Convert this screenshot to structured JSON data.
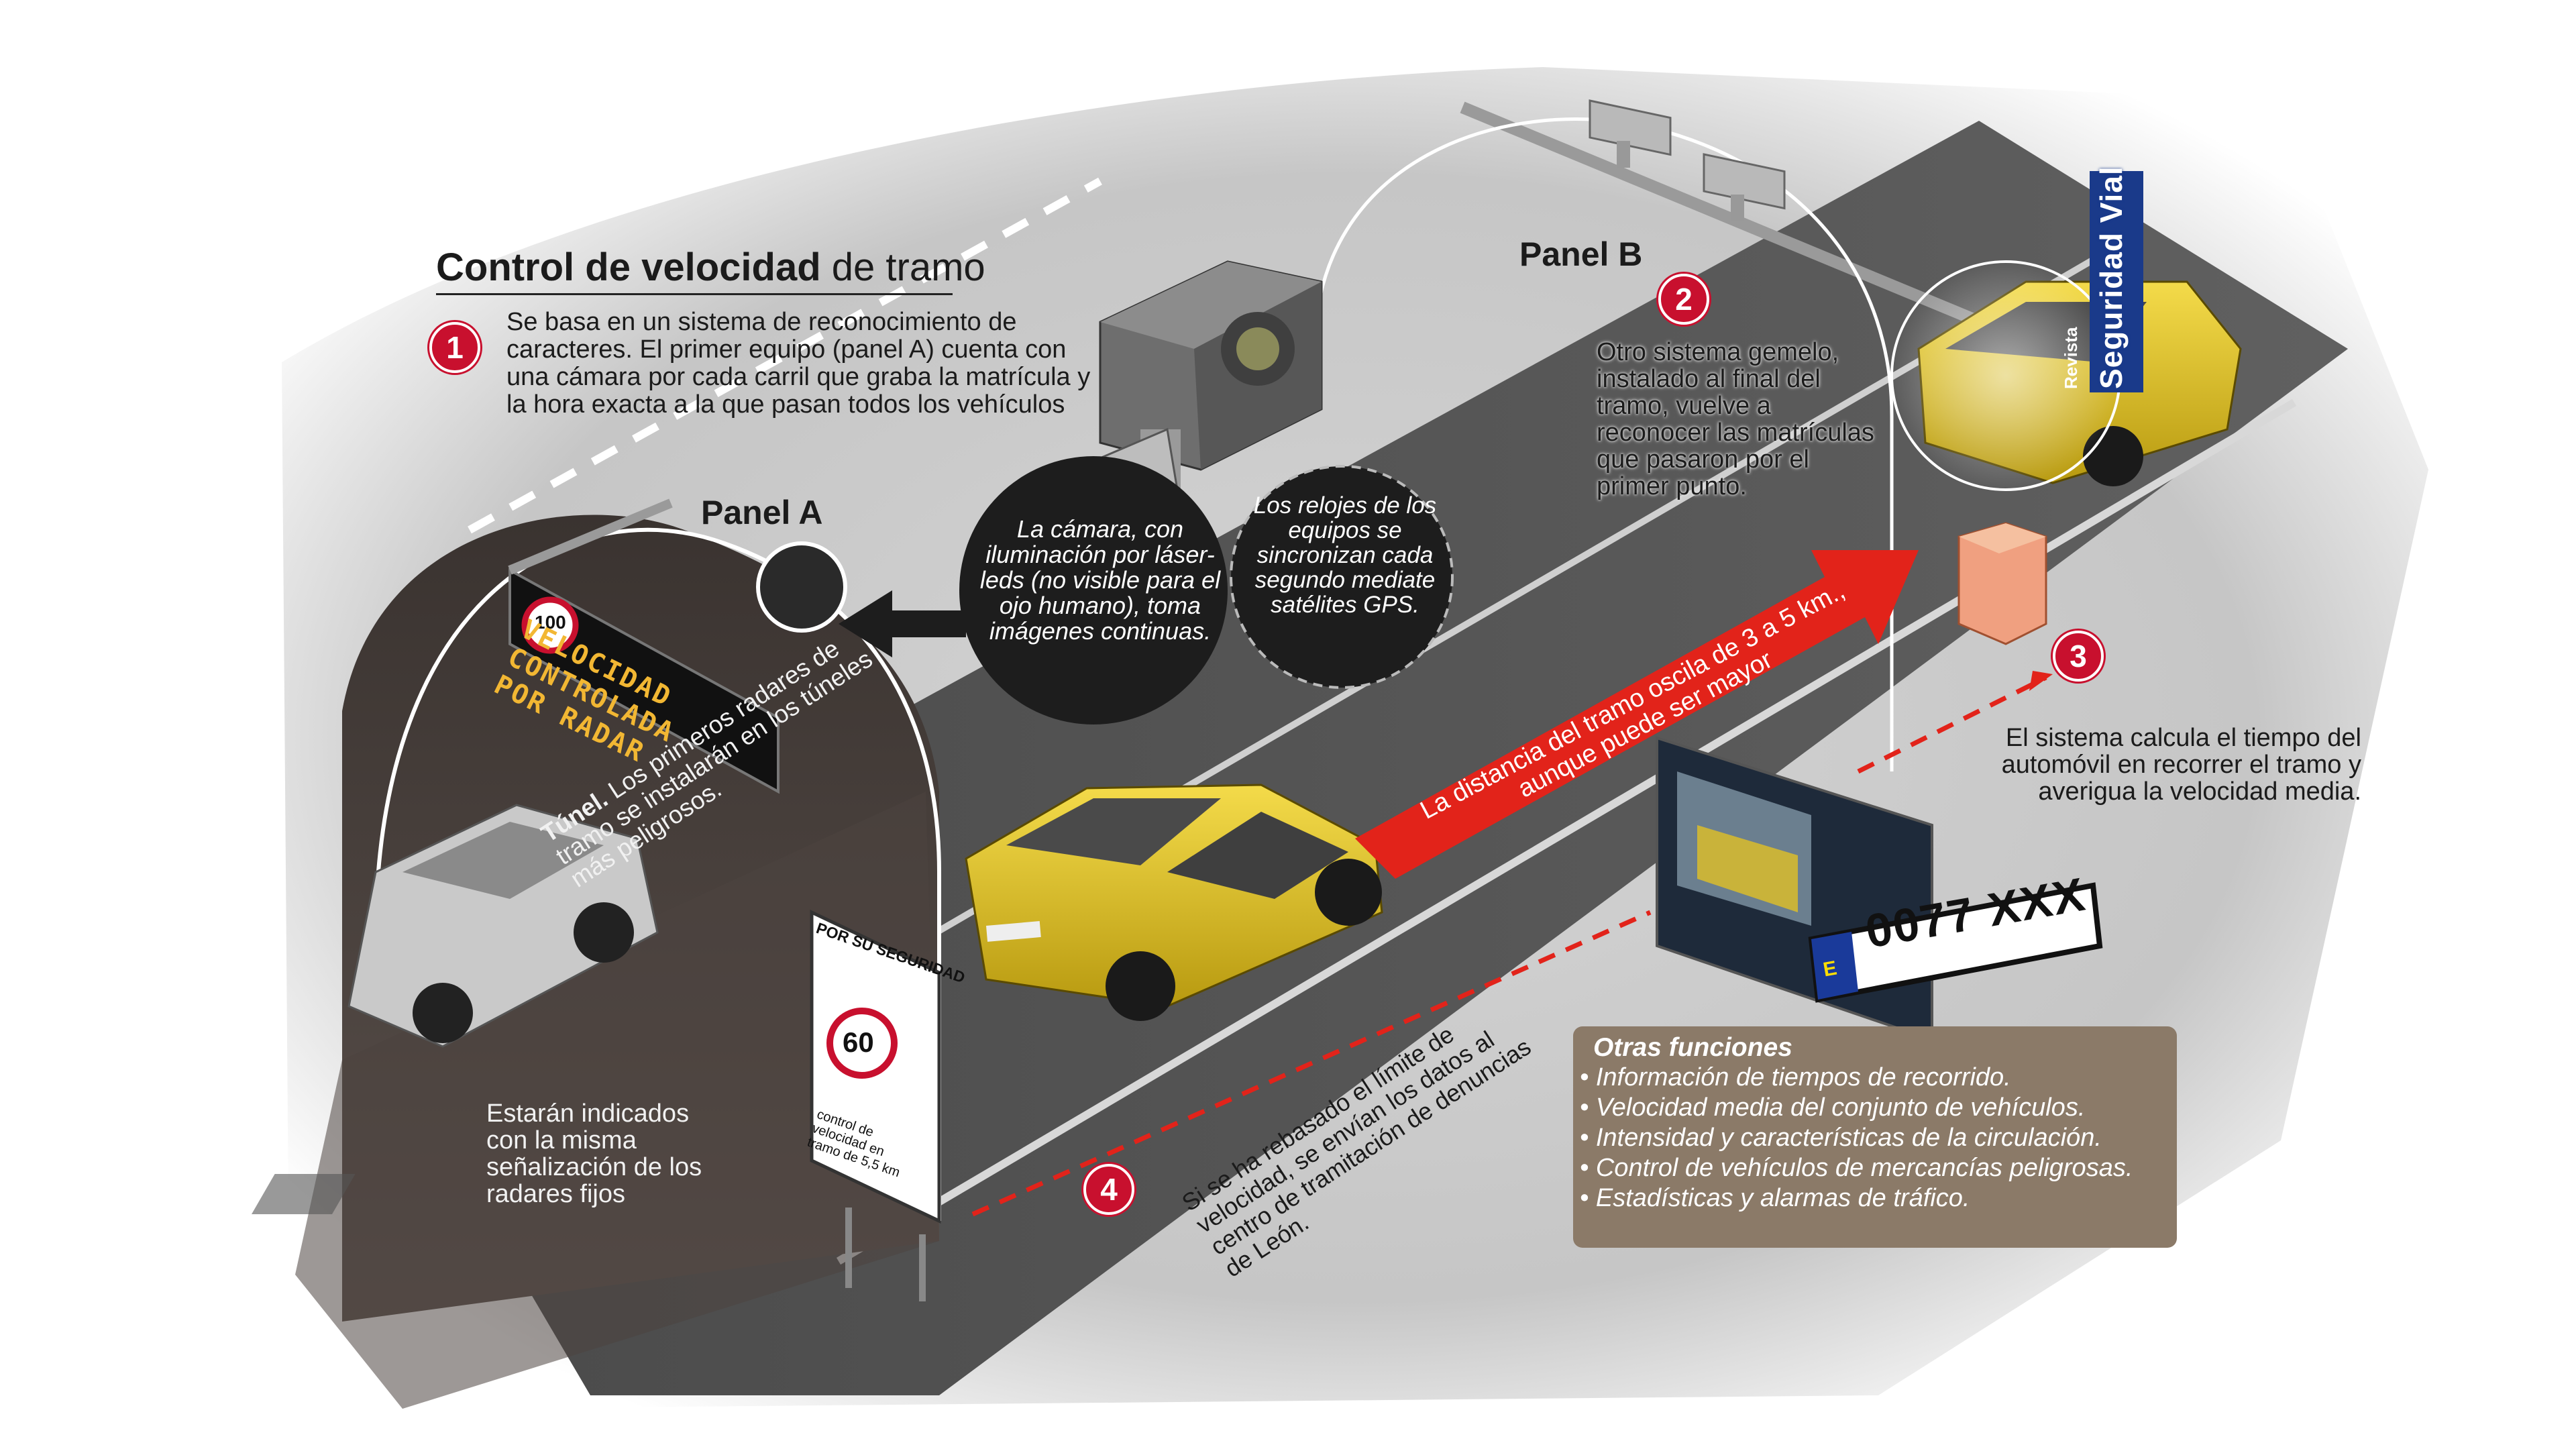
{
  "title": {
    "bold": "Control de velocidad",
    "light": "de tramo"
  },
  "step1": {
    "number": "1",
    "text": "Se basa en un sistema de reconocimiento de caracteres. El primer equipo (panel A) cuenta con una cámara por cada carril que graba la matrícula y la hora  exacta a la que pasan todos los vehículos"
  },
  "panel_a": "Panel A",
  "panel_b": "Panel B",
  "step2": {
    "number": "2",
    "text": "Otro sistema gemelo, instalado al final del tramo, vuelve a reconocer las matrículas que pasaron por el primer punto."
  },
  "step3": {
    "number": "3",
    "text": "El sistema calcula el tiempo del automóvil en recorrer el tramo y averigua la velocidad media."
  },
  "step4": {
    "number": "4",
    "text": "Si se ha rebasado el límite de velocidad, se envían los datos al centro de tramitación de denuncias de León."
  },
  "camera_note": "La cámara, con iluminación por láser-leds (no visible para el ojo humano), toma imágenes continuas.",
  "clock_note": "Los relojes de los equipos se sincronizan cada segundo mediate satélites GPS.",
  "tunnel_note": {
    "bold": "Túnel.",
    "text": "Los primeros radares de tramo se instalarán en los túneles más peligrosos."
  },
  "signage_note": "Estarán indicados con la misma señalización de los radares fijos",
  "distance_note": "La distancia del tramo oscila de 3 a 5 km., aunque puede ser mayor",
  "vms": {
    "limit": "100",
    "lines": [
      "VELOCIDAD",
      "CONTROLADA",
      "POR RADAR"
    ]
  },
  "road_sign": {
    "top": "POR SU SEGURIDAD",
    "limit": "60",
    "bottom": "control de velocidad en tramo de 5,5 km"
  },
  "plate": {
    "country": "E",
    "number": "0077 XXX"
  },
  "brand": {
    "small": "Revista",
    "large": "Seguridad Vial"
  },
  "otras_funciones": {
    "title": "Otras funciones",
    "items": [
      "• Información de tiempos de recorrido.",
      "• Velocidad media del conjunto de vehículos.",
      "• Intensidad y características de la circulación.",
      "• Control de vehículos de mercancías peligrosas.",
      "• Estadísticas y alarmas de tráfico."
    ]
  },
  "colors": {
    "accent_red": "#c8102e",
    "arrow_red": "#e2231a",
    "car_yellow": "#e2c326",
    "box_brown": "#8b7a68",
    "road": "#575757"
  }
}
